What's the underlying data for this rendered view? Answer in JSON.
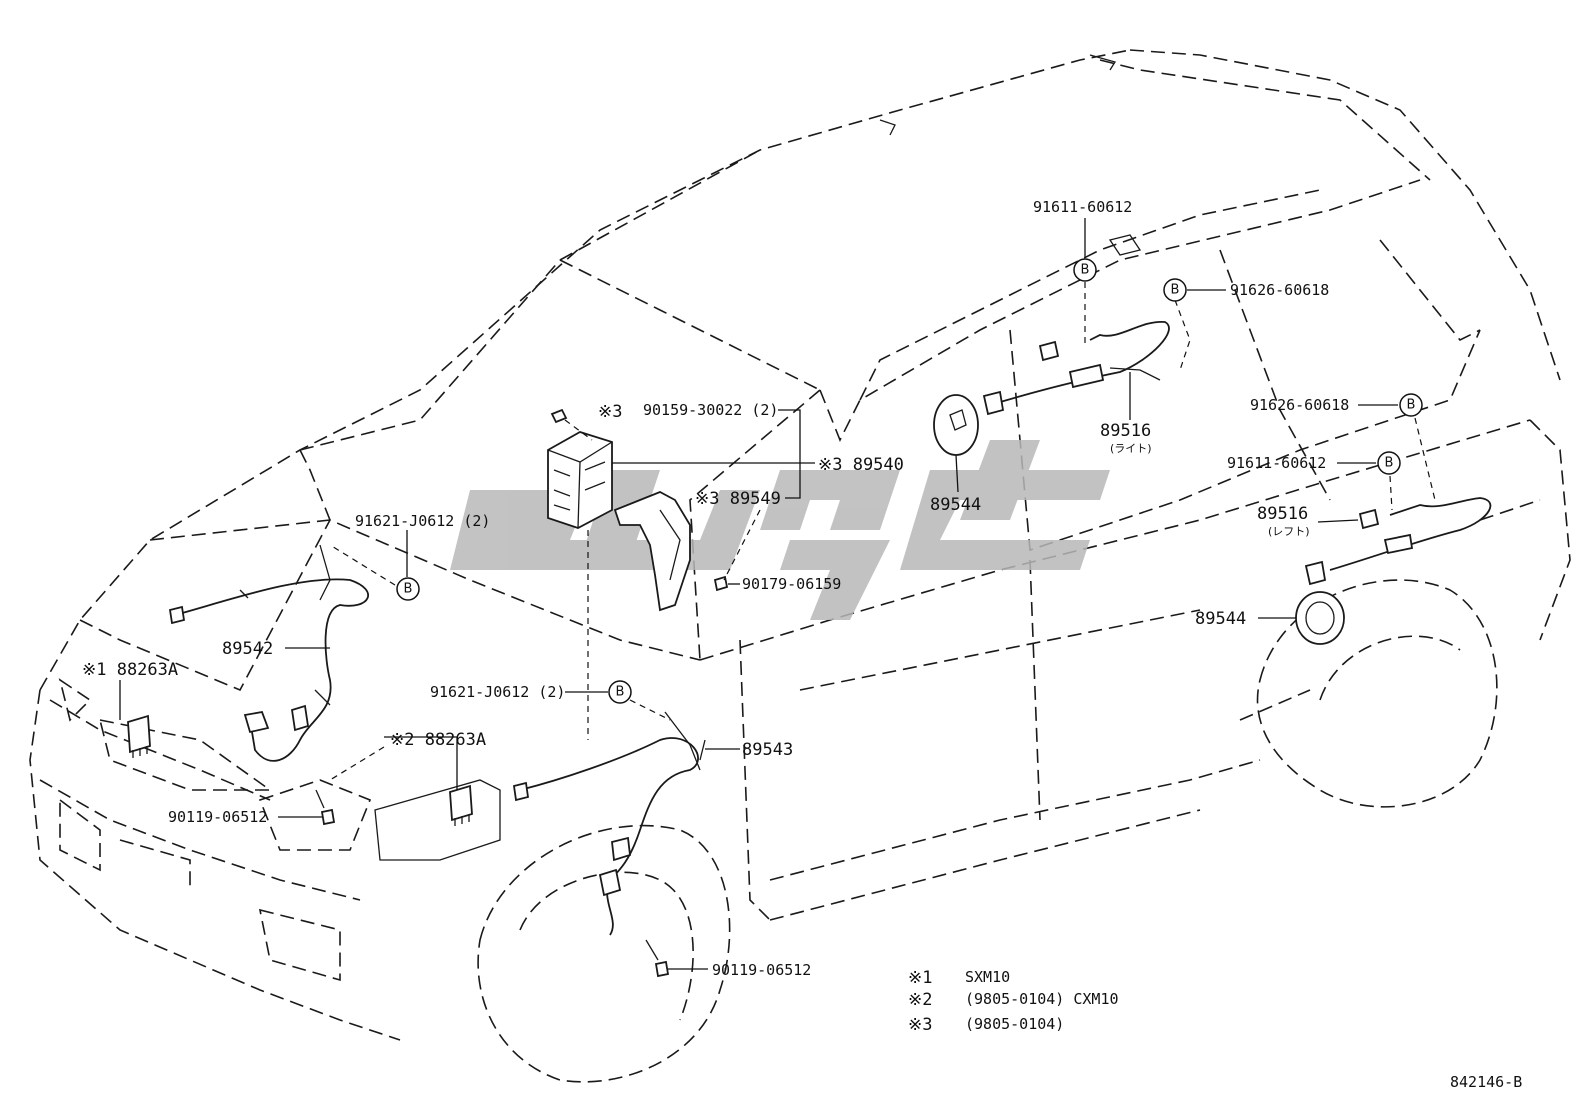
{
  "labels": {
    "p91611_top": "91611-60612",
    "p91626_top": "91626-60618",
    "p91626_right": "91626-60618",
    "p91611_right": "91611-60612",
    "p89516_right_top": "89516",
    "p89516_right_top_sub": "(ライト)",
    "p89516_left": "89516",
    "p89516_left_sub": "(レフト)",
    "p89544_center": "89544",
    "p89544_right": "89544",
    "note3_screw": "※3",
    "p90159": "90159-30022 (2)",
    "p89540": "※3 89540",
    "p89549": "※3 89549",
    "p90179": "90179-06159",
    "p91621_upper": "91621-J0612 (2)",
    "p91621_lower": "91621-J0612 (2)",
    "p89542": "89542",
    "p88263a_1": "※1 88263A",
    "p88263a_2": "※2 88263A",
    "p89543": "89543",
    "p90119_left": "90119-06512",
    "p90119_bottom": "90119-06512",
    "bolt_letter": "B"
  },
  "legend": [
    {
      "mark": "※1",
      "text": "SXM10"
    },
    {
      "mark": "※2",
      "text": "(9805-0104) CXM10"
    },
    {
      "mark": "※3",
      "text": "(9805-0104)"
    }
  ],
  "diagram_code": "842146-B"
}
